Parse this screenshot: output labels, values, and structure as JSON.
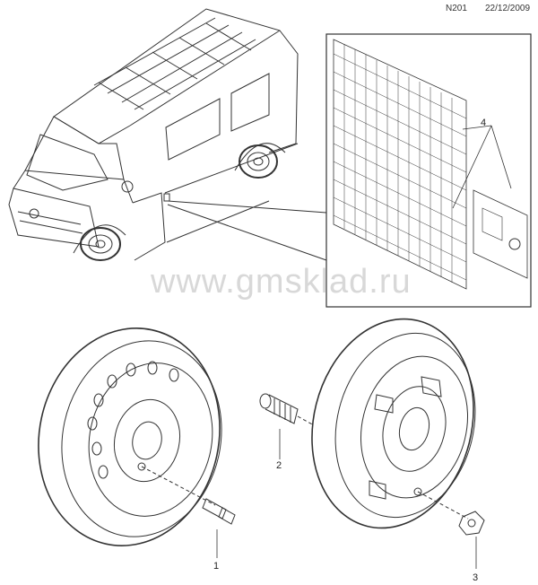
{
  "header": {
    "code": "N201",
    "date": "22/12/2009"
  },
  "watermark": "www.gmsklad.ru",
  "callouts": [
    {
      "label": "1"
    },
    {
      "label": "2"
    },
    {
      "label": "3"
    },
    {
      "label": "4"
    }
  ],
  "line_color": "#333333"
}
